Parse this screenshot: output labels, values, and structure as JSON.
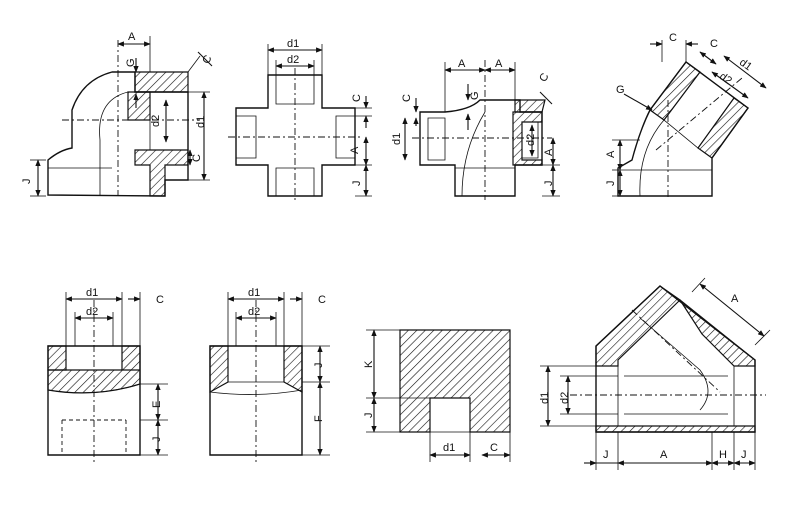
{
  "labels": {
    "A": "A",
    "C": "C",
    "G": "G",
    "J": "J",
    "E": "E",
    "F": "F",
    "K": "K",
    "H": "H",
    "d1": "d1",
    "d2": "d2"
  }
}
